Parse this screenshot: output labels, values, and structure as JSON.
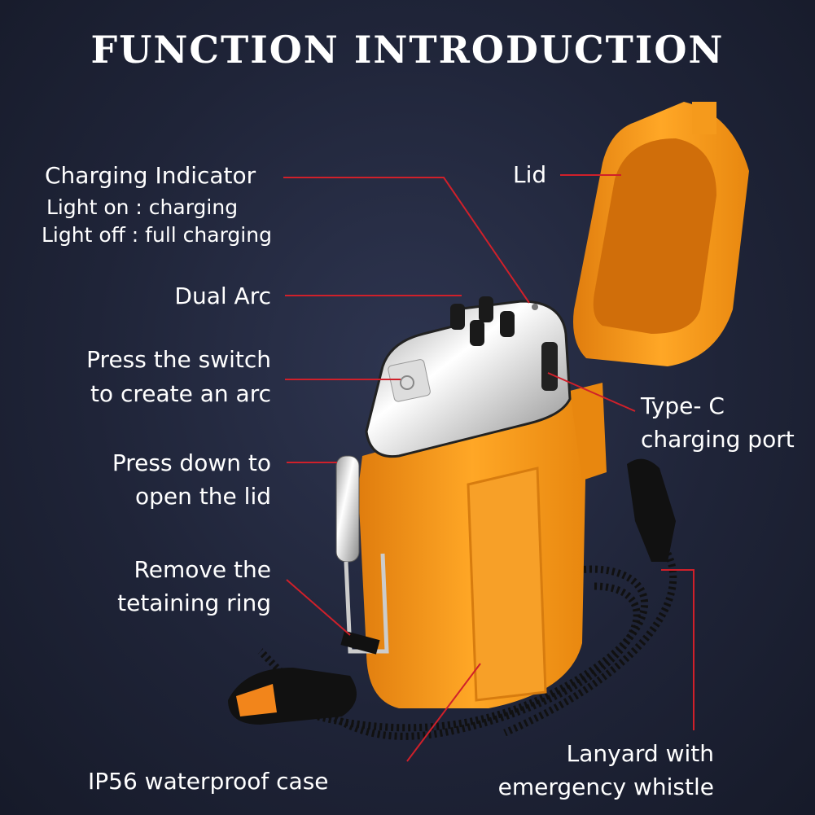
{
  "title": "FUNCTION INTRODUCTION",
  "labels": {
    "charging_indicator": "Charging Indicator",
    "light_on": "Light on : charging",
    "light_off": "Light off : full charging",
    "dual_arc": "Dual Arc",
    "switch_1": "Press the switch",
    "switch_2": "to create an arc",
    "press_down_1": "Press down to",
    "press_down_2": "open the lid",
    "remove_1": "Remove the",
    "remove_2": "tetaining ring",
    "case": "IP56 waterproof case",
    "lid": "Lid",
    "typec_1": "Type- C",
    "typec_2": "charging port",
    "lanyard_1": "Lanyard with",
    "lanyard_2": "emergency whistle"
  },
  "colors": {
    "accent_line": "#d0202a",
    "body": "#f59a1c",
    "background": "#1f2438"
  }
}
